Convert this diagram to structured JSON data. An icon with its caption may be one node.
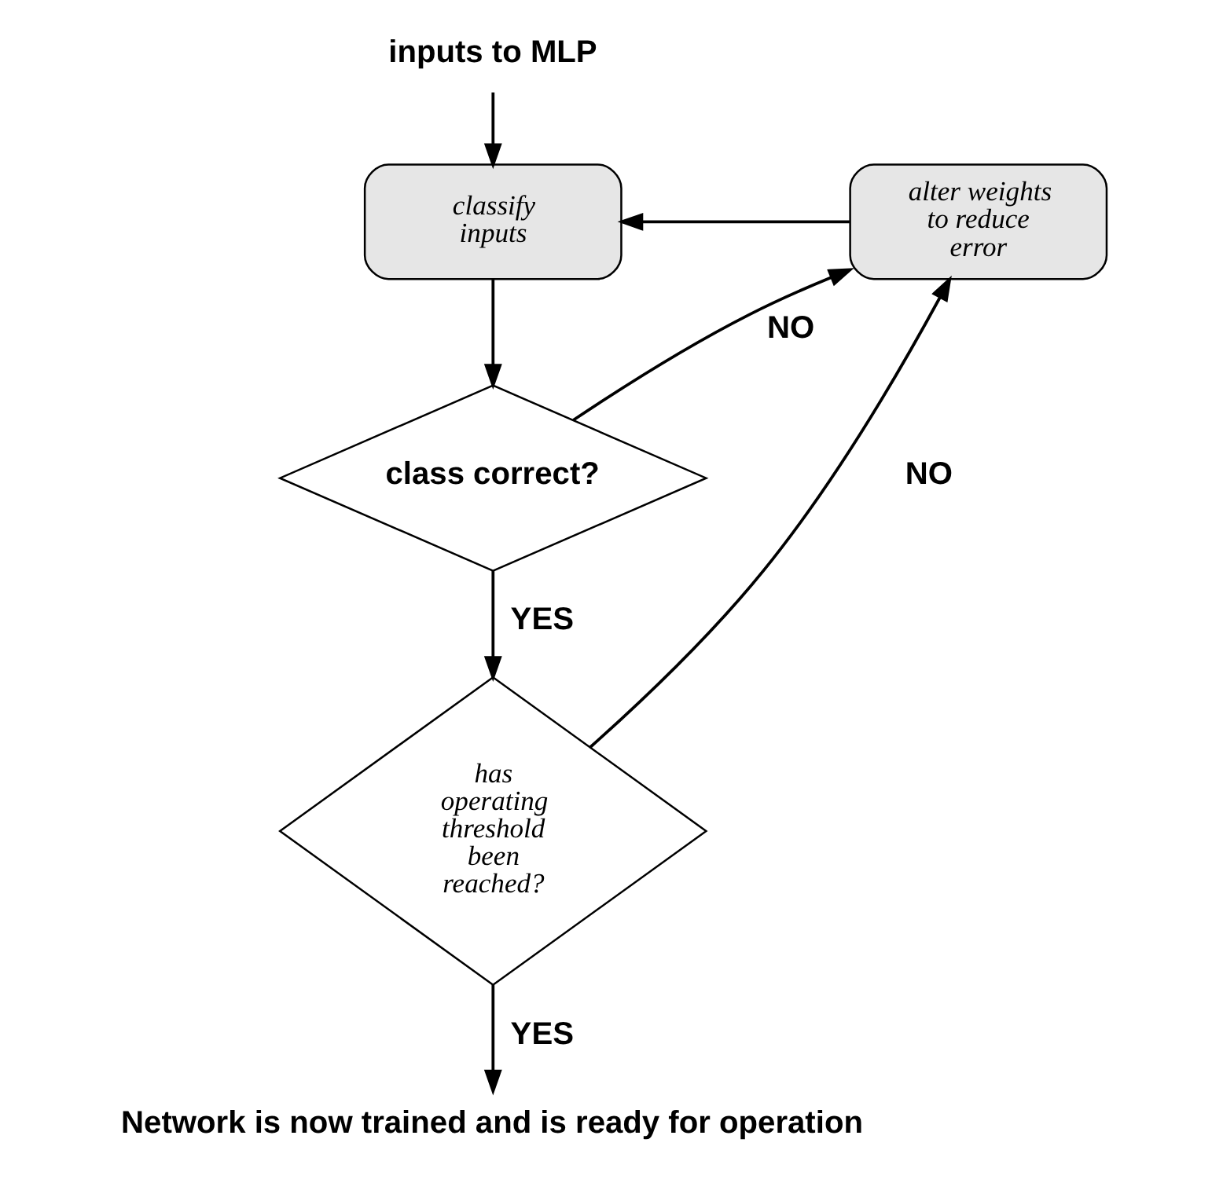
{
  "diagram": {
    "nodes": [
      {
        "text": [
          "inputs to MLP"
        ]
      },
      {
        "text": [
          "classify inputs"
        ]
      },
      {
        "text": [
          "alter weights to reduce error"
        ]
      },
      {
        "text": [
          "class correct?"
        ]
      },
      {
        "text": [
          "has operating threshold been reached?"
        ]
      },
      {
        "text": [
          "Network is now trained and is ready for operation"
        ]
      }
    ],
    "edges": [
      {
        "from": 0,
        "to": 1,
        "arrow": "to"
      },
      {
        "from": 2,
        "to": 1,
        "arrow": "to"
      },
      {
        "from": 1,
        "to": 3,
        "arrow": "to"
      },
      {
        "from": 3,
        "to": 2,
        "arrow": "to",
        "label": "NO"
      },
      {
        "from": 3,
        "to": 4,
        "arrow": "to",
        "label": "YES"
      },
      {
        "from": 4,
        "to": 2,
        "arrow": "to",
        "label": "NO"
      },
      {
        "from": 4,
        "to": 5,
        "arrow": "to",
        "label": "YES"
      }
    ]
  }
}
